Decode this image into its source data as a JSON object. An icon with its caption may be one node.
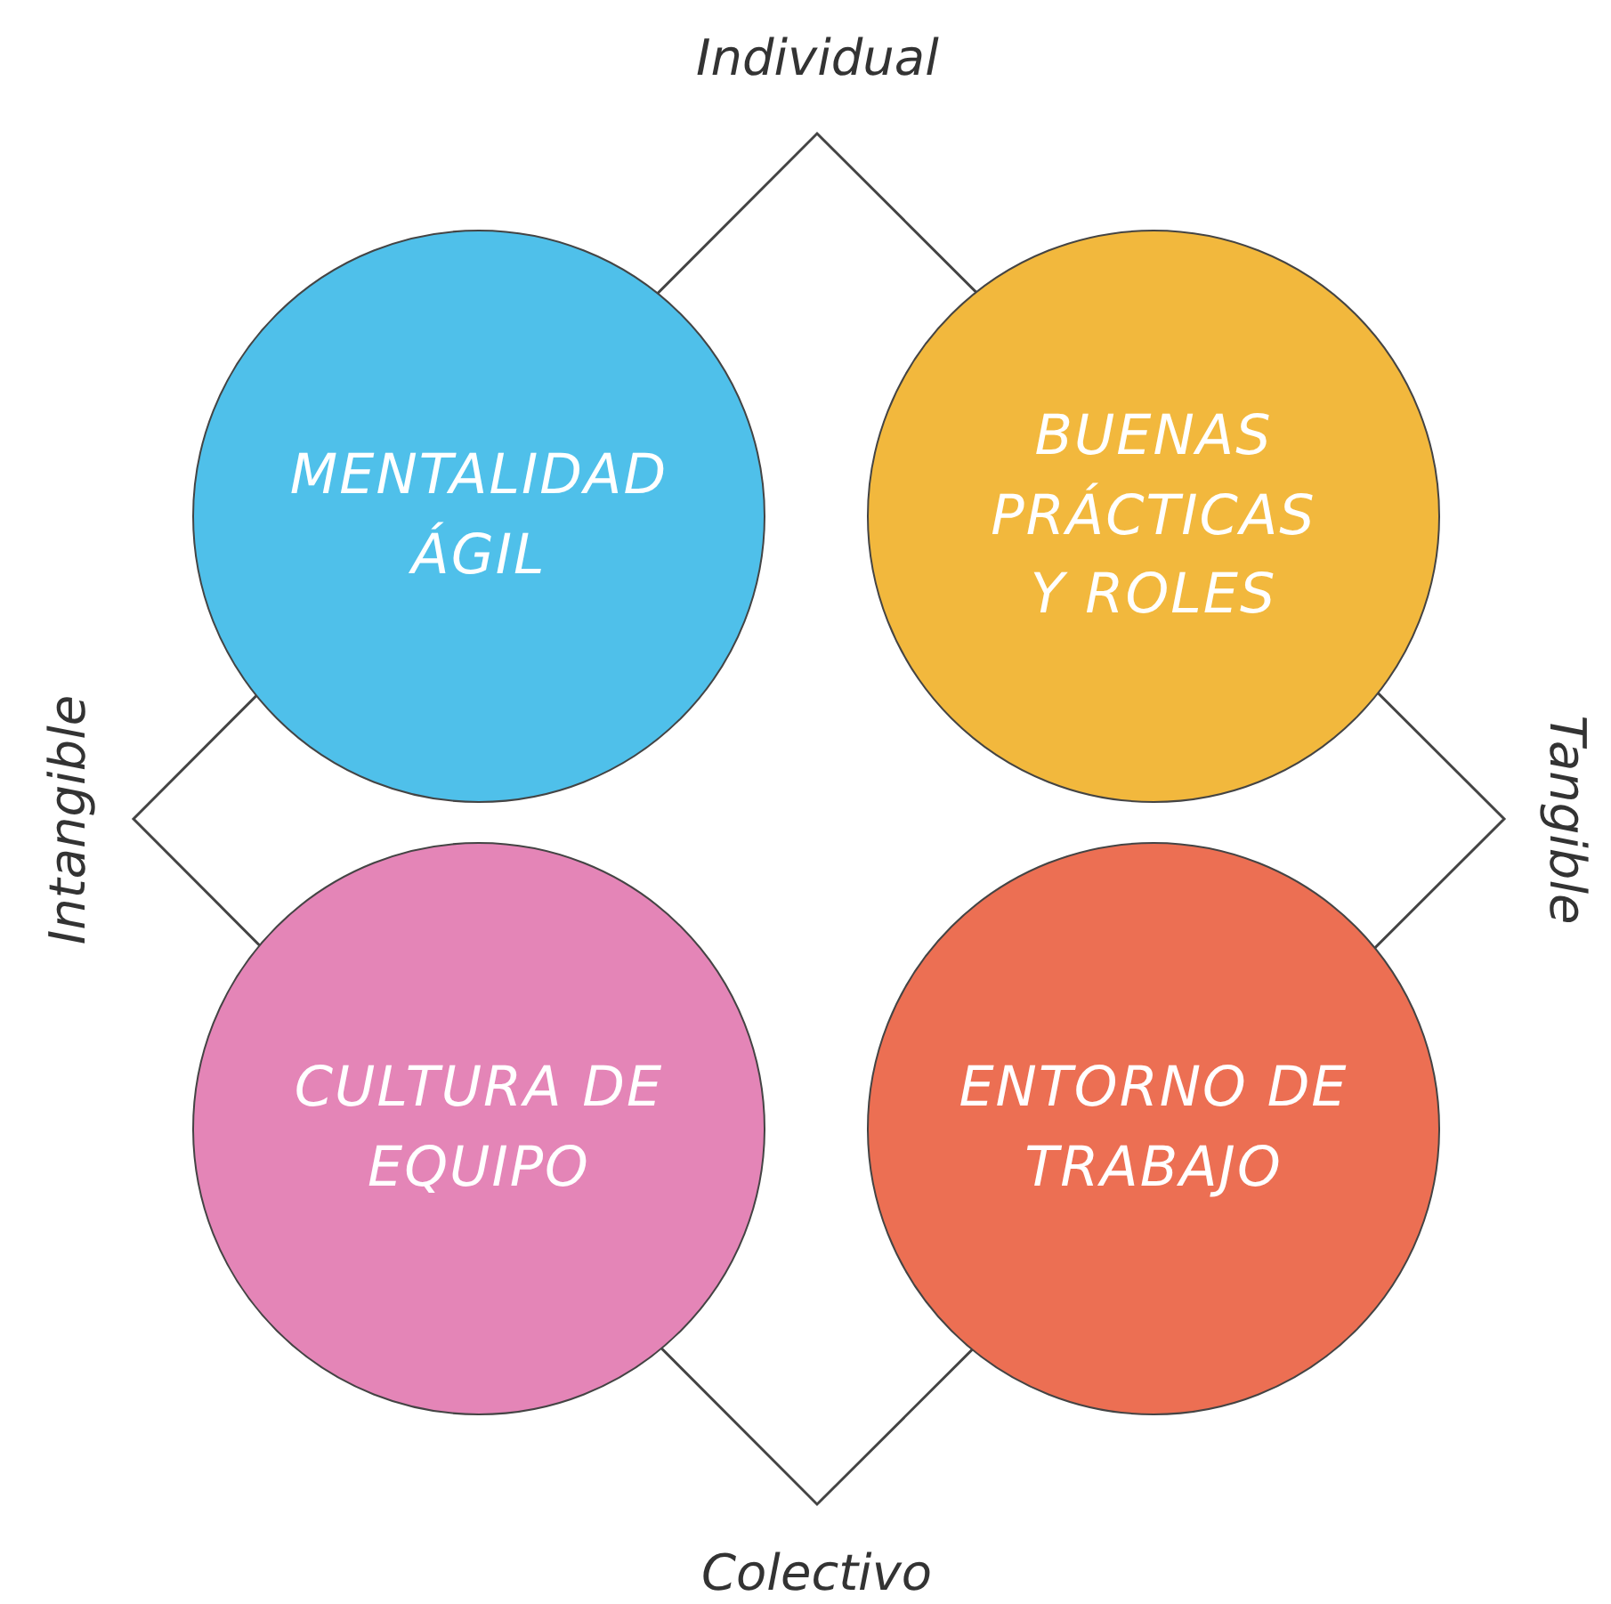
{
  "diagram": {
    "nodes": [
      {
        "text": [
          "MENTALIDAD ÁGIL"
        ]
      },
      {
        "text": [
          "BUENAS PRÁCTICAS Y ROLES"
        ]
      },
      {
        "text": [
          "CULTURA DE EQUIPO"
        ]
      },
      {
        "text": [
          "ENTORNO DE TRABAJO"
        ]
      }
    ],
    "labels": [
      "Individual",
      "Intangible",
      "Tangible",
      "Colectivo"
    ]
  }
}
